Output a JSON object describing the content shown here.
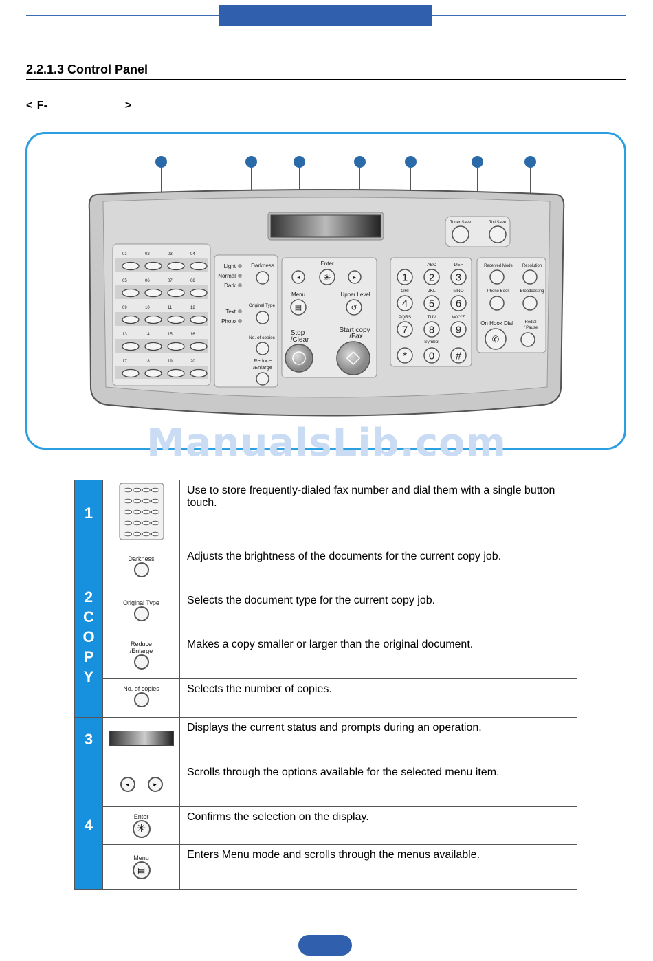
{
  "section_title": "2.2.1.3 Control Panel",
  "model_label": {
    "open": "<",
    "prefix": "F-",
    "close": ">"
  },
  "watermark": "ManualsLib.com",
  "panel": {
    "one_touch_numbers": [
      "01",
      "02",
      "03",
      "04",
      "05",
      "06",
      "07",
      "08",
      "09",
      "10",
      "11",
      "12",
      "13",
      "14",
      "15",
      "16",
      "17",
      "18",
      "19",
      "20"
    ],
    "darkness": {
      "options": [
        "Light",
        "Normal",
        "Dark"
      ],
      "label": "Darkness"
    },
    "original_type": {
      "options": [
        "Text",
        "Photo"
      ],
      "label": "Original Type"
    },
    "no_of_copies": "No. of copies",
    "reduce_enlarge": [
      "Reduce",
      "/Enlarge"
    ],
    "enter": "Enter",
    "menu": "Menu",
    "upper_level": "Upper Level",
    "stop_clear": [
      "Stop",
      "/Clear"
    ],
    "start_copy_fax": [
      "Start copy",
      "/Fax"
    ],
    "keypad": [
      {
        "key": "1",
        "letters": ""
      },
      {
        "key": "2",
        "letters": "ABC"
      },
      {
        "key": "3",
        "letters": "DEF"
      },
      {
        "key": "4",
        "letters": "GHI"
      },
      {
        "key": "5",
        "letters": "JKL"
      },
      {
        "key": "6",
        "letters": "MNO"
      },
      {
        "key": "7",
        "letters": "PQRS"
      },
      {
        "key": "8",
        "letters": "TUV"
      },
      {
        "key": "9",
        "letters": "WXYZ"
      },
      {
        "key": "*",
        "letters": ""
      },
      {
        "key": "0",
        "letters": "Symbol"
      },
      {
        "key": "#",
        "letters": ""
      }
    ],
    "toner_save": "Toner Save",
    "toll_save": "Toll Save",
    "received_mode": "Received Mode",
    "resolution": "Resolution",
    "phone_book": "Phone Book",
    "broadcasting": "Broadcasting",
    "on_hook_dial": "On Hook Dial",
    "redial_pause": [
      "Redial",
      "/ Pause"
    ]
  },
  "table": {
    "rows": [
      {
        "num": "1",
        "icon": "one-touch-keys",
        "desc": "Use to store frequently-dialed fax number and dial them with a single button touch."
      },
      {
        "icon": "darkness",
        "icon_label": "Darkness",
        "desc": "Adjusts the brightness of the documents for the current copy job."
      },
      {
        "icon": "original-type",
        "icon_label": "Original Type",
        "desc": "Selects the document type for the current copy job."
      },
      {
        "icon": "reduce-enlarge",
        "icon_label": "Reduce\n/Enlarge",
        "desc": "Makes a copy smaller or larger than the original document."
      },
      {
        "icon": "no-of-copies",
        "icon_label": "No. of copies",
        "desc": "Selects the number of copies."
      },
      {
        "num": "3",
        "icon": "display",
        "desc": "Displays the current status and prompts during an operation."
      },
      {
        "icon": "scroll",
        "desc": "Scrolls through the options available for the selected menu item."
      },
      {
        "icon": "enter",
        "icon_label": "Enter",
        "desc": "Confirms the selection on the display."
      },
      {
        "icon": "menu",
        "icon_label": "Menu",
        "desc": "Enters Menu mode and scrolls through the menus available."
      }
    ],
    "copy_group": {
      "num": "2",
      "letters": [
        "C",
        "O",
        "P",
        "Y"
      ]
    },
    "group4_num": "4"
  }
}
